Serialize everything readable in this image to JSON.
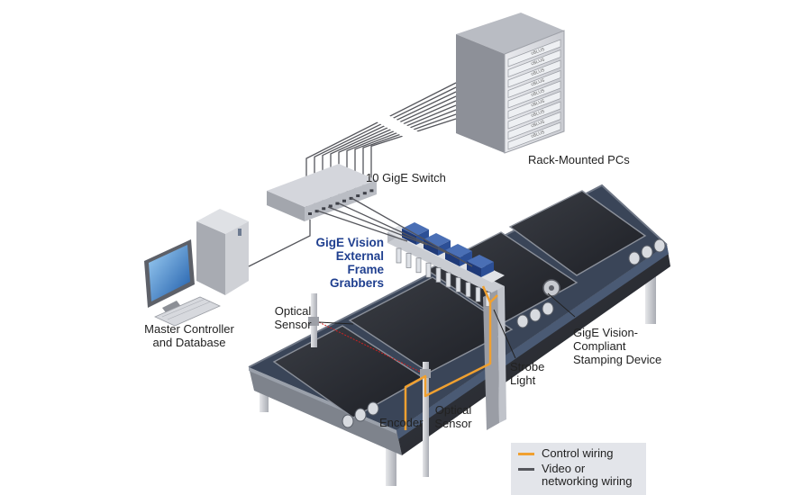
{
  "labels": {
    "rack": "Rack-Mounted PCs",
    "switch": "10 GigE Switch",
    "frame_grabbers": "GigE Vision\nExternal\nFrame\nGrabbers",
    "master": "Master Controller\nand Database",
    "optical_left": "Optical\nSensor",
    "optical_bottom": "Optical\nSensor",
    "encoder": "Encoder",
    "strobe": "Strobe\nLight",
    "stamping": "GigE Vision-\nCompliant\nStamping Device",
    "rack_unit_text": "cBLUS"
  },
  "legend": {
    "items": [
      {
        "label": "Control wiring",
        "color": "#f0a030"
      },
      {
        "label": "Video or\nnetworking wiring",
        "color": "#55565c"
      }
    ]
  },
  "colors": {
    "control_wire": "#f0a030",
    "network_wire": "#55565c",
    "frame_grabber": "#2a4a8a",
    "belt": "#2f3a4a",
    "legend_bg": "#e3e5ea"
  }
}
